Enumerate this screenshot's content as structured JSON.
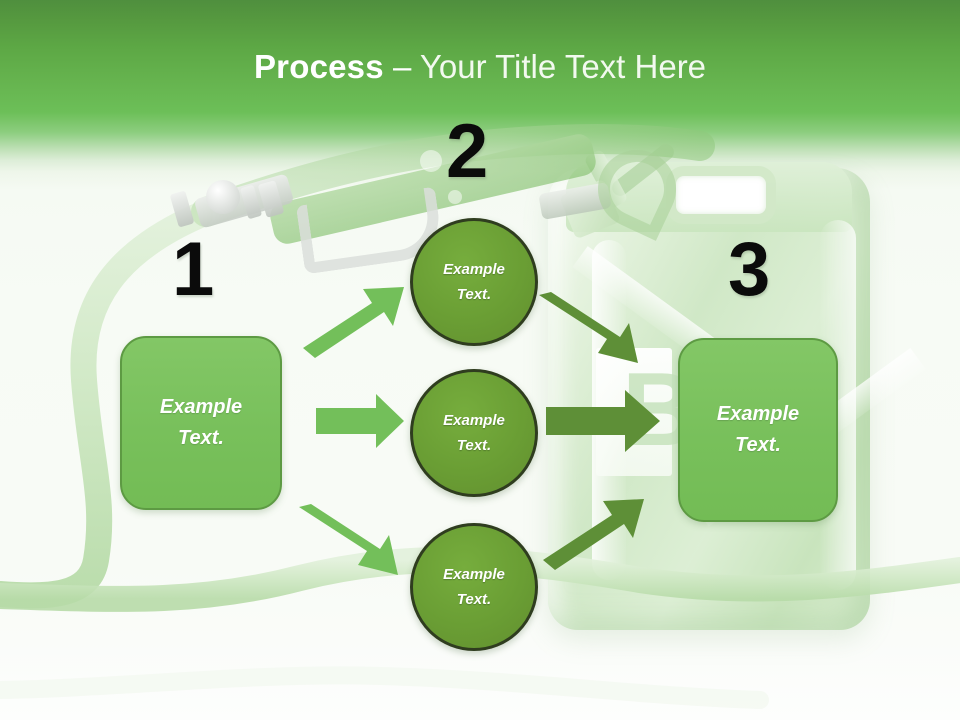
{
  "slide": {
    "title_bold": "Process",
    "title_dash": " – ",
    "title_rest": "Your Title Text Here",
    "background_color": "#f7fbf6",
    "header_gradient_from": "#4f8f3e",
    "header_gradient_to": "#f5faf3",
    "accent_light_green": "#78c05b",
    "accent_dark_green": "#6a9e34",
    "arrow_light_color": "#73bf5a",
    "arrow_dark_color": "#5e8f37",
    "number_color": "#0b0b0b"
  },
  "background_art": {
    "jerry_can_label": "B",
    "items": [
      "gas-pump-nozzle",
      "fuel-hose",
      "jerry-can"
    ]
  },
  "steps": [
    {
      "number": "1",
      "shape": "rounded-box",
      "label_line1": "Example",
      "label_line2": "Text."
    },
    {
      "number": "2",
      "shape": "circles",
      "circles": [
        {
          "label_line1": "Example",
          "label_line2": "Text."
        },
        {
          "label_line1": "Example",
          "label_line2": "Text."
        },
        {
          "label_line1": "Example",
          "label_line2": "Text."
        }
      ]
    },
    {
      "number": "3",
      "shape": "rounded-box",
      "label_line1": "Example",
      "label_line2": "Text."
    }
  ],
  "arrows": [
    {
      "name": "arrow-step1-to-circle1",
      "direction": "up-right",
      "tone": "light"
    },
    {
      "name": "arrow-step1-to-circle2",
      "direction": "right",
      "tone": "light"
    },
    {
      "name": "arrow-step1-to-circle3",
      "direction": "down-right",
      "tone": "light"
    },
    {
      "name": "arrow-circle1-to-step3",
      "direction": "down-right",
      "tone": "dark"
    },
    {
      "name": "arrow-circle2-to-step3",
      "direction": "right",
      "tone": "dark"
    },
    {
      "name": "arrow-circle3-to-step3",
      "direction": "up-right",
      "tone": "dark"
    }
  ]
}
